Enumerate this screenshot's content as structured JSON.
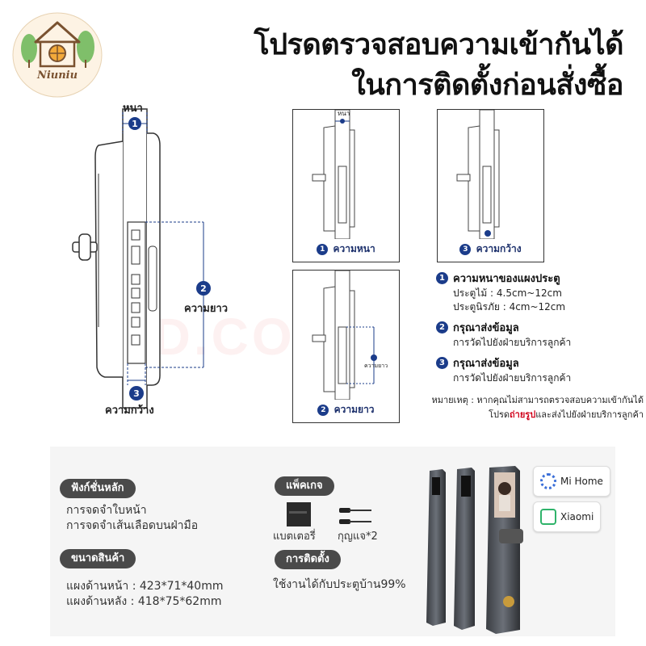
{
  "brand": {
    "name": "Niuniu"
  },
  "headline": {
    "line1": "โปรดตรวจสอบความเข้ากันได้",
    "line2": "ในการติดตั้งก่อนสั่งซื้อ"
  },
  "diagram": {
    "thickness_label": "หนา",
    "length_label": "ความยาว",
    "width_label": "ความกว้าง",
    "watermark": "JD.COM"
  },
  "panels": {
    "thickness": {
      "num": "1",
      "caption": "ความหนา",
      "top_label": "หนา"
    },
    "width": {
      "num": "3",
      "caption": "ความกว้าง"
    },
    "length": {
      "num": "2",
      "caption": "ความยาว",
      "side_label": "ความยาว"
    }
  },
  "notes": [
    {
      "num": "1",
      "title": "ความหนาของแผงประตู",
      "lines": [
        "ประตูไม้ : 4.5cm~12cm",
        "ประตูนิรภัย : 4cm~12cm"
      ]
    },
    {
      "num": "2",
      "title": "กรุณาส่งข้อมูล",
      "lines": [
        "การวัดไปยังฝ่ายบริการลูกค้า"
      ]
    },
    {
      "num": "3",
      "title": "กรุณาส่งข้อมูล",
      "lines": [
        "การวัดไปยังฝ่ายบริการลูกค้า"
      ]
    }
  ],
  "remark": {
    "line1": "หมายเหตุ : หากคุณไม่สามารถตรวจสอบความเข้ากันได้",
    "line2_prefix": "โปรด",
    "line2_highlight": "ถ่ายรูป",
    "line2_suffix": "และส่งไปยังฝ่ายบริการลูกค้า"
  },
  "specs": {
    "functions": {
      "label": "ฟังก์ชั่นหลัก",
      "items": [
        "การจดจำใบหน้า",
        "การจดจำเส้นเลือดบนฝ่ามือ"
      ]
    },
    "size": {
      "label": "ขนาดสินค้า",
      "items": [
        "แผงด้านหน้า : 423*71*40mm",
        "แผงด้านหลัง : 418*75*62mm"
      ]
    },
    "package": {
      "label": "แพ็คเกจ",
      "battery": "แบตเตอรี่",
      "keys": "กุญแจ*2"
    },
    "install": {
      "label": "การติดตั้ง",
      "text": "ใช้งานได้กับประตูบ้าน99%"
    },
    "badges": {
      "mihome": "Mi Home",
      "xiaomi": "Xiaomi"
    }
  },
  "colors": {
    "accent": "#1b3c8a",
    "pill": "#4a4a4a",
    "highlight": "#d0021b"
  }
}
